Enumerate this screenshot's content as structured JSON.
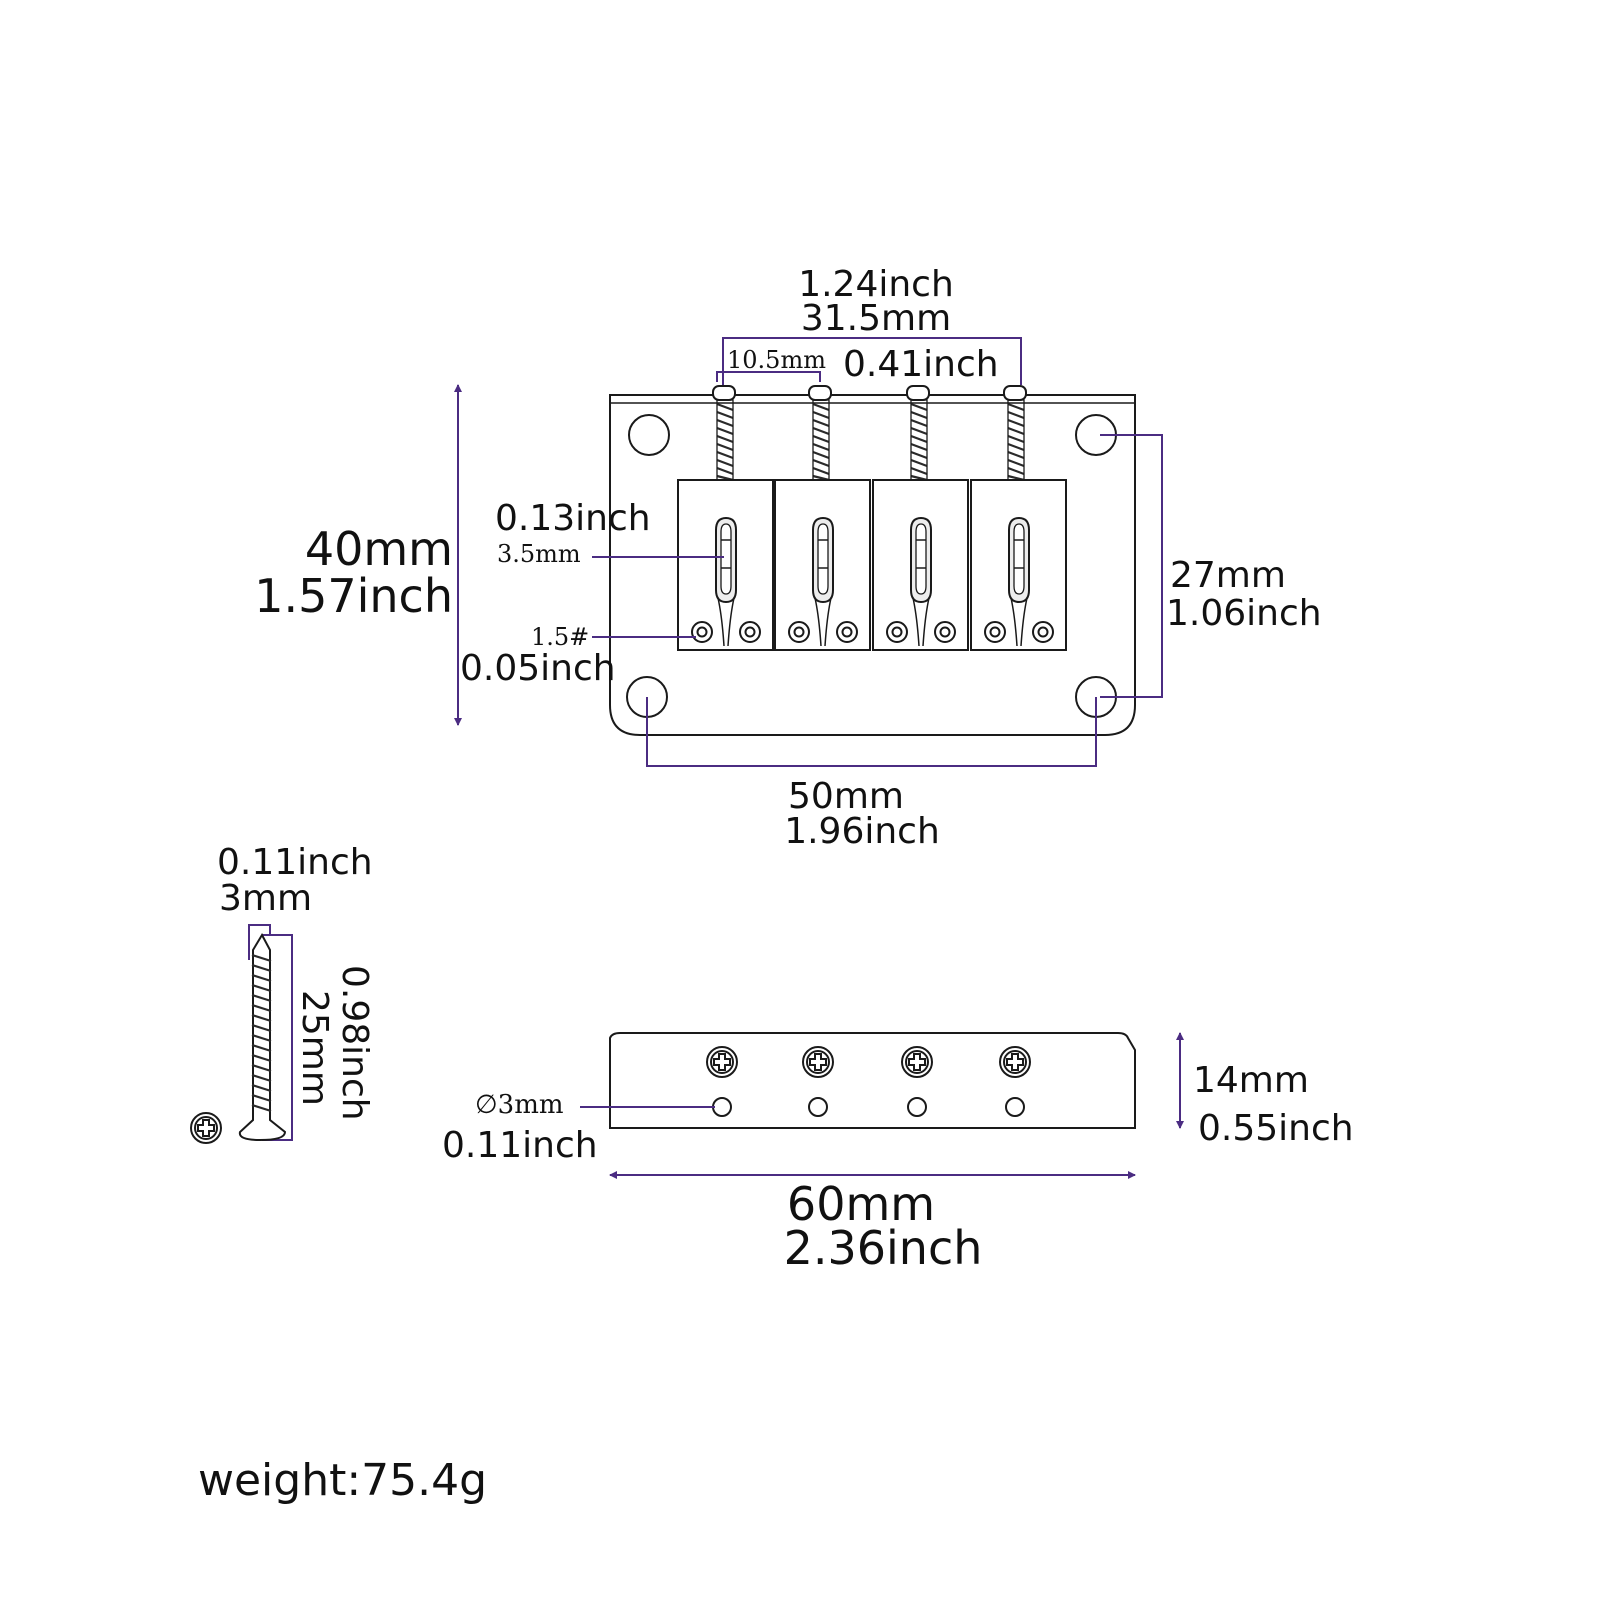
{
  "colors": {
    "dimension_line": "#4b2c82",
    "outline": "#1a1a1a",
    "text": "#111111",
    "background": "#ffffff"
  },
  "top_view": {
    "saddle_span": {
      "inch": "1.24inch",
      "mm": "31.5mm"
    },
    "saddle_pitch": {
      "mm": "10.5mm",
      "inch": "0.41inch"
    },
    "height": {
      "mm": "40mm",
      "inch": "1.57inch"
    },
    "slot_width": {
      "inch": "0.13inch",
      "mm": "3.5mm"
    },
    "allen_key": {
      "size": "1.5#",
      "inch": "0.05inch"
    },
    "mount_hole_vertical": {
      "mm": "27mm",
      "inch": "1.06inch"
    },
    "mount_hole_horizontal": {
      "mm": "50mm",
      "inch": "1.96inch"
    }
  },
  "screw": {
    "diameter": {
      "inch": "0.11inch",
      "mm": "3mm"
    },
    "length": {
      "inch": "0.98inch",
      "mm": "25mm"
    },
    "head_icon": "phillips-screw-head-icon"
  },
  "side_view": {
    "hole_diameter": {
      "mm": "∅3mm",
      "inch": "0.11inch"
    },
    "width": {
      "mm": "60mm",
      "inch": "2.36inch"
    },
    "height": {
      "mm": "14mm",
      "inch": "0.55inch"
    }
  },
  "weight": "weight:75.4g"
}
